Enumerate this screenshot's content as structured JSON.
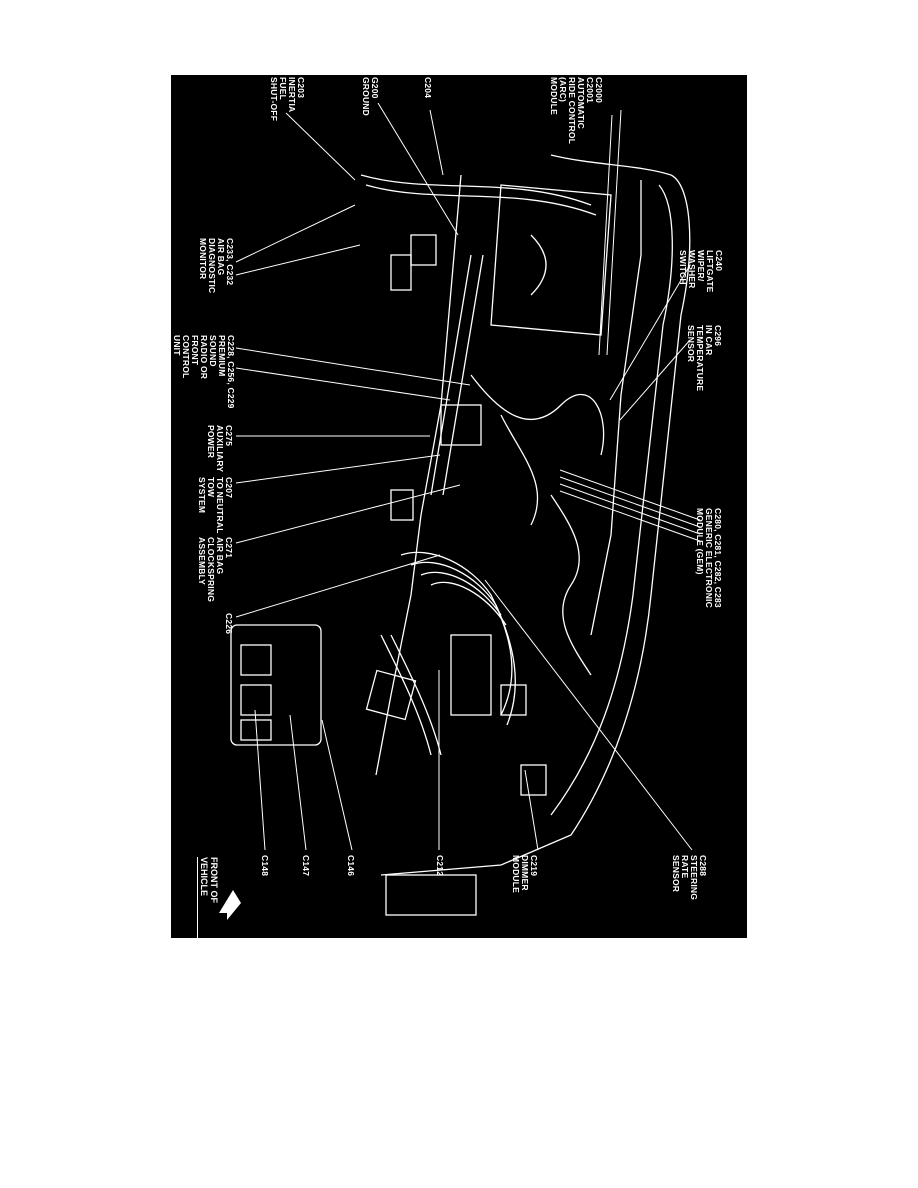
{
  "colors": {
    "background": "#000000",
    "lines": "#ffffff",
    "page": "#ffffff"
  },
  "labels": {
    "arc": [
      "C2000",
      "C2001",
      "AUTOMATIC",
      "RIDE CONTROL",
      "(ARC)",
      "MODULE"
    ],
    "c204": [
      "C204"
    ],
    "g200": [
      "G200",
      "GROUND"
    ],
    "c203": [
      "C203",
      "INERTIA",
      "FUEL",
      "SHUT-OFF"
    ],
    "c240": [
      "C240",
      "LIFTGATE",
      "WIPER/",
      "WASHER",
      "SWITCH"
    ],
    "c296": [
      "C296",
      "IN CAR",
      "TEMPERATURE",
      "SENSOR"
    ],
    "c233": [
      "C233, C232",
      "AIR BAG",
      "DIAGNOSTIC",
      "MONITOR"
    ],
    "c228": [
      "C228, C256, C229",
      "PREMIUM",
      "SOUND",
      "RADIO OR",
      "FRONT",
      "CONTROL",
      "UNIT"
    ],
    "c275": [
      "C275",
      "AUXILIARY",
      "POWER"
    ],
    "c207": [
      "C207",
      "TO NEUTRAL",
      "TOW",
      "SYSTEM"
    ],
    "c271": [
      "C271",
      "AIR BAG",
      "CLOCKSPRING",
      "ASSEMBLY"
    ],
    "c226": [
      "C226"
    ],
    "gem": [
      "C280, C281, C282, C283",
      "GENERIC ELECTRONIC",
      "MODULE (GEM)"
    ],
    "c288": [
      "C288",
      "STEERING",
      "RATE",
      "SENSOR"
    ],
    "c219": [
      "C219",
      "DIMMER",
      "MODULE"
    ],
    "c212": [
      "C212"
    ],
    "c146": [
      "C146"
    ],
    "c147": [
      "C147"
    ],
    "c148": [
      "C148"
    ]
  },
  "front_of_vehicle": "FRONT OF VEHICLE",
  "icons": {
    "front_arrow": "arrow-icon"
  }
}
